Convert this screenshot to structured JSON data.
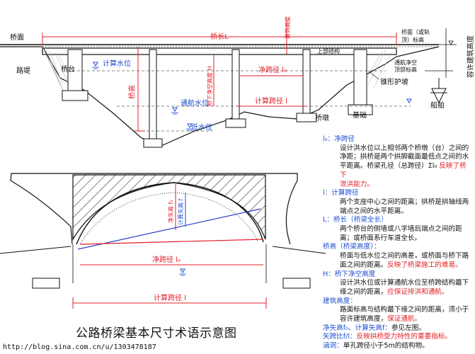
{
  "top_labels": {
    "deck": "桥面",
    "total_length": "桥长L",
    "clearance_red_vertical": "建筑高度",
    "deck_elevation": "桥面（或轨",
    "deck_elevation_2": "顶）标高",
    "allowable_height": "容许建筑高度",
    "superstructure": "上部结构",
    "embankment": "路堤",
    "abutment": "桥台",
    "design_water_level": "计算水位",
    "clear_span": "净跨径 l₀",
    "computed_span": "计算跨径 l",
    "nav_clearance_level": "通航净空",
    "nav_clearance_level_2": "顶部标高",
    "cone_slope": "锥形护坡",
    "bridge_height": "桥高",
    "under_clearance": "桥下净空高度 H",
    "navigation_water_level": "通航水位",
    "low_water_level": "低水位",
    "pier": "桥墩",
    "foundation": "基础",
    "caisson": "船舶"
  },
  "arch_labels": {
    "clear_rise": "净矢高 f₀",
    "computed_rise": "计算矢高 f",
    "arch_clear_span": "净跨径 l₀",
    "arch_computed_span": "计算跨径 l"
  },
  "notes": [
    {
      "term": "l₀：净跨径",
      "lines": [
        {
          "text": "设计洪水位以上相邻两个桥墩（台）之间的",
          "red": false
        },
        {
          "text": "净距；拱桥是两个拱脚截面最低点之间的水",
          "red": false
        },
        {
          "text": "平距离。桥梁孔径（总跨径）Σl₀ ",
          "red": false,
          "tail": "反映了桥下"
        },
        {
          "text": "",
          "red": true,
          "tail": "泄洪能力。"
        }
      ]
    },
    {
      "term": "l：计算跨径",
      "lines": [
        {
          "text": "两个支座中心之间的距离；拱桥是拱轴线两",
          "red": false
        },
        {
          "text": "端点之间的水平距离。",
          "red": false
        }
      ]
    },
    {
      "term": "L：桥长（桥梁全长）",
      "lines": [
        {
          "text": "两个桥台的侧墙或八字墙后端点之间的距",
          "red": false
        },
        {
          "text": "离；或桥面系行车道全长。",
          "red": false
        }
      ]
    },
    {
      "term": "桥高（桥梁高度）：",
      "lines": [
        {
          "text": "桥面与低水位之间的高差，或桥面与桥下路",
          "red": false
        },
        {
          "text": "面之间的距离。",
          "red": false,
          "tail": "反映了桥梁施工的难易。"
        }
      ]
    },
    {
      "term": "H：桥下净空高度",
      "lines": [
        {
          "text": "设计洪水位或计算通航水位至桥跨结构最下",
          "red": false
        },
        {
          "text": "缘之间的距离，",
          "red": false,
          "tail": "应保证排洪和通航。"
        }
      ]
    },
    {
      "term": "建筑高度：",
      "lines": [
        {
          "text": "路面标高与结构最下缘之间的距离，须小于",
          "red": false
        },
        {
          "text": "容许建筑高度，",
          "red": false,
          "tail": "保证通航。"
        }
      ]
    },
    {
      "term": "净矢高f₀、计算矢高f：",
      "inline": "参见左图。",
      "lines": []
    },
    {
      "term": "矢跨比f/l：",
      "inline_red": "反映拱桥受力特性的重要指标。",
      "lines": []
    },
    {
      "term": "涵洞：",
      "inline": "单孔跨径小于5m的结构物。",
      "lines": []
    }
  ],
  "caption": "公路桥梁基本尺寸术语示意图",
  "url": "http://blog.sina.com.cn/u/1303478187"
}
